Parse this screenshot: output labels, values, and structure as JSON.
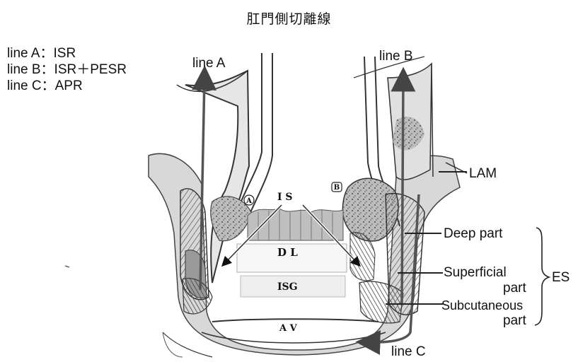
{
  "title": "肛門側切離線",
  "legend": [
    {
      "line": "line A",
      "sep": "：",
      "proc": "ISR"
    },
    {
      "line": "line B",
      "sep": "：",
      "proc": "ISR＋PESR"
    },
    {
      "line": "line C",
      "sep": "：",
      "proc": "APR"
    }
  ],
  "labels": {
    "line_a": "line A",
    "line_b": "line B",
    "line_c": "line C",
    "lam": "LAM",
    "deep": "Deep part",
    "superficial_1": "Superficial",
    "superficial_2": "part",
    "subcutaneous_1": "Subcutaneous",
    "subcutaneous_2": "part",
    "es": "ES",
    "is": "I S",
    "dl": "D L",
    "isg": "ISG",
    "av": "A V",
    "circle_a": "A",
    "circle_b": "B"
  }
}
